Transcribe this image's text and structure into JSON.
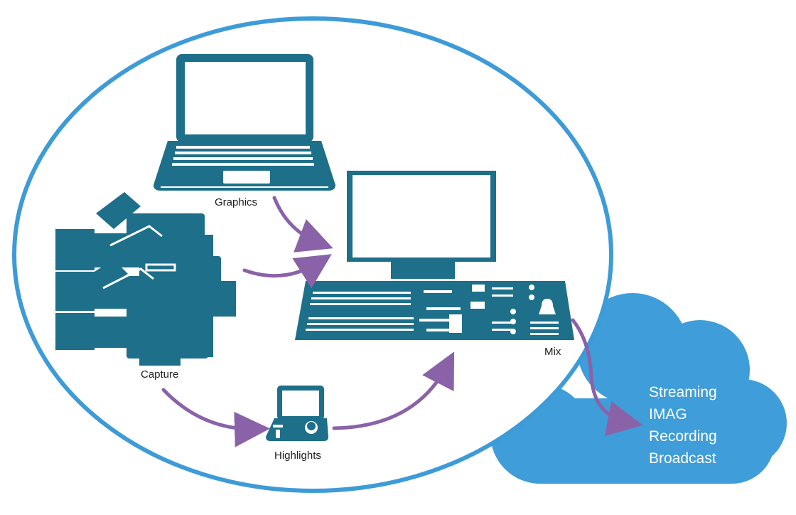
{
  "diagram": {
    "nodes": {
      "graphics": {
        "label": "Graphics",
        "icon": "laptop-icon"
      },
      "capture": {
        "label": "Capture",
        "icon": "camera-icon"
      },
      "mix": {
        "label": "Mix",
        "icon": "switcher-icon"
      },
      "highlights": {
        "label": "Highlights",
        "icon": "replay-controller-icon"
      }
    },
    "outputs": [
      "Streaming",
      "IMAG",
      "Recording",
      "Broadcast"
    ],
    "edges": [
      {
        "from": "graphics",
        "to": "mix"
      },
      {
        "from": "capture",
        "to": "mix"
      },
      {
        "from": "capture",
        "to": "highlights"
      },
      {
        "from": "highlights",
        "to": "mix"
      },
      {
        "from": "mix",
        "to": "outputs"
      }
    ],
    "colors": {
      "ellipse": "#3d9bd8",
      "cloud": "#3f9dd9",
      "device": "#1d6f8a",
      "arrow": "#8a62a8",
      "cloud_text": "#ffffff"
    }
  }
}
